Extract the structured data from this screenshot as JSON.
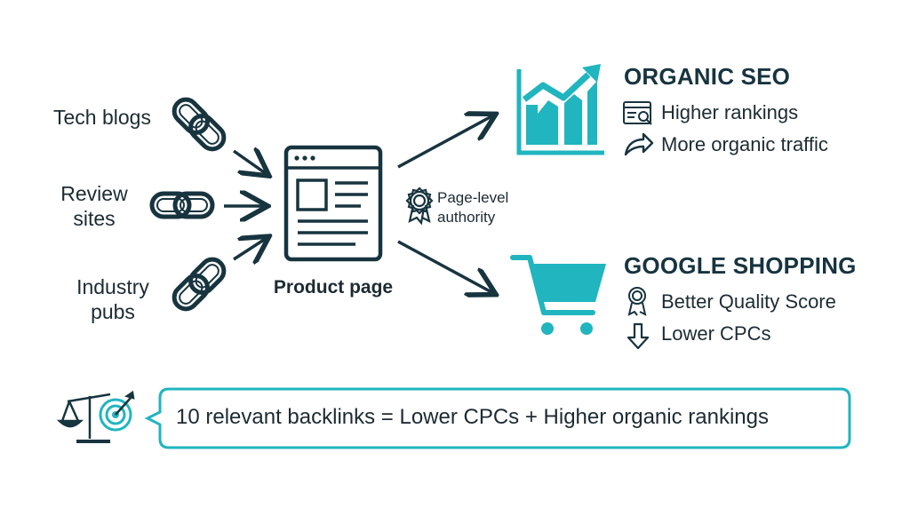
{
  "sources": [
    {
      "label": "Tech blogs"
    },
    {
      "label": "Review sites"
    },
    {
      "label": "Industry pubs"
    }
  ],
  "center": {
    "label": "Product page",
    "authority_label": "Page-level authority"
  },
  "organic": {
    "heading": "ORGANIC SEO",
    "items": [
      {
        "icon": "search-report-icon",
        "label": "Higher rankings"
      },
      {
        "icon": "share-arrow-icon",
        "label": "More organic traffic"
      }
    ]
  },
  "shopping": {
    "heading": "GOOGLE SHOPPING",
    "items": [
      {
        "icon": "award-badge-icon",
        "label": "Better Quality Score"
      },
      {
        "icon": "arrow-down-icon",
        "label": "Lower CPCs"
      }
    ]
  },
  "summary": {
    "text": "10 relevant backlinks = Lower CPCs + Higher organic rankings"
  },
  "colors": {
    "teal": "#20b5bf",
    "dark": "#17343f"
  }
}
